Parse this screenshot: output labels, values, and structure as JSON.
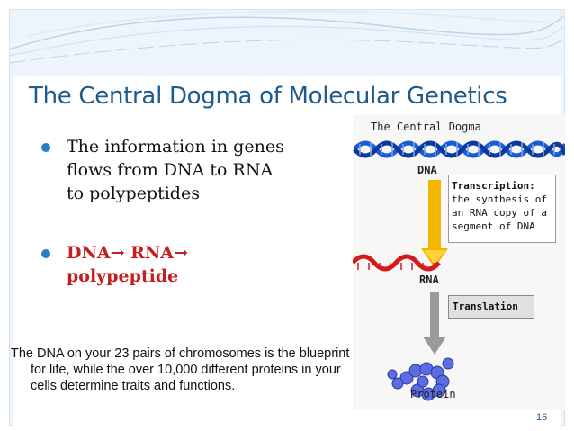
{
  "slide": {
    "title": "The Central Dogma of Molecular Genetics",
    "bullets": [
      {
        "text": "The information in genes flows from DNA to RNA to polypeptides"
      },
      {
        "text": "DNA→ RNA→ polypeptide"
      }
    ],
    "note": "The DNA on your 23 pairs of chromosomes is the blueprint for life, while the over 10,000 different proteins in your cells determine traits and functions.",
    "page_number": "16"
  },
  "figure": {
    "title": "The Central Dogma",
    "dna_label": "DNA",
    "transcription_head": "Transcription:",
    "transcription_body": "the synthesis of an RNA copy of a segment of DNA",
    "rna_label": "RNA",
    "translation_label": "Translation",
    "protein_label": "Protein"
  },
  "colors": {
    "title": "#1f5a8c",
    "bullet": "#2a7fc4",
    "emphasis": "#c41e1e",
    "dna_strand": "#1a5bd8",
    "rna_strand": "#d61a1a",
    "transcription_arrow": "#f2b600",
    "translation_arrow": "#9a9a9a",
    "protein": "#5b6de0"
  }
}
